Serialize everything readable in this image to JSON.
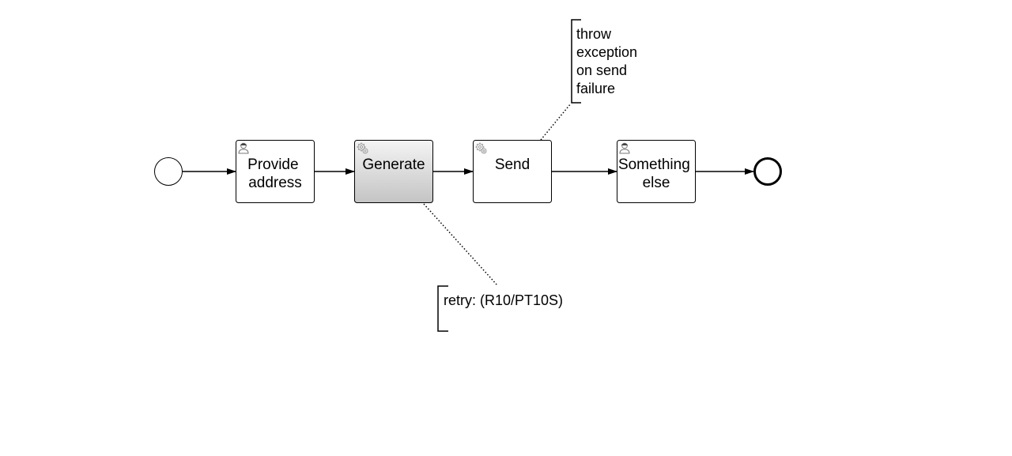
{
  "tasks": [
    {
      "id": "provide",
      "type": "user",
      "label_lines": [
        "Provide",
        "address"
      ],
      "highlighted": false
    },
    {
      "id": "generate",
      "type": "service",
      "label_lines": [
        "Generate"
      ],
      "highlighted": true
    },
    {
      "id": "send",
      "type": "service",
      "label_lines": [
        "Send"
      ],
      "highlighted": false
    },
    {
      "id": "something",
      "type": "user",
      "label_lines": [
        "Something",
        "else"
      ],
      "highlighted": false
    }
  ],
  "annotations": {
    "send_note": {
      "lines": [
        "throw",
        "exception",
        "on send",
        "failure"
      ]
    },
    "generate_note": {
      "lines": [
        "retry: (R10/PT10S)"
      ]
    }
  },
  "colors": {
    "stroke": "#000000",
    "task_fill": "#ffffff",
    "highlight_top": "#f2f2f2",
    "highlight_bottom": "#c8c8c8",
    "icon": "#9a9a9a"
  }
}
